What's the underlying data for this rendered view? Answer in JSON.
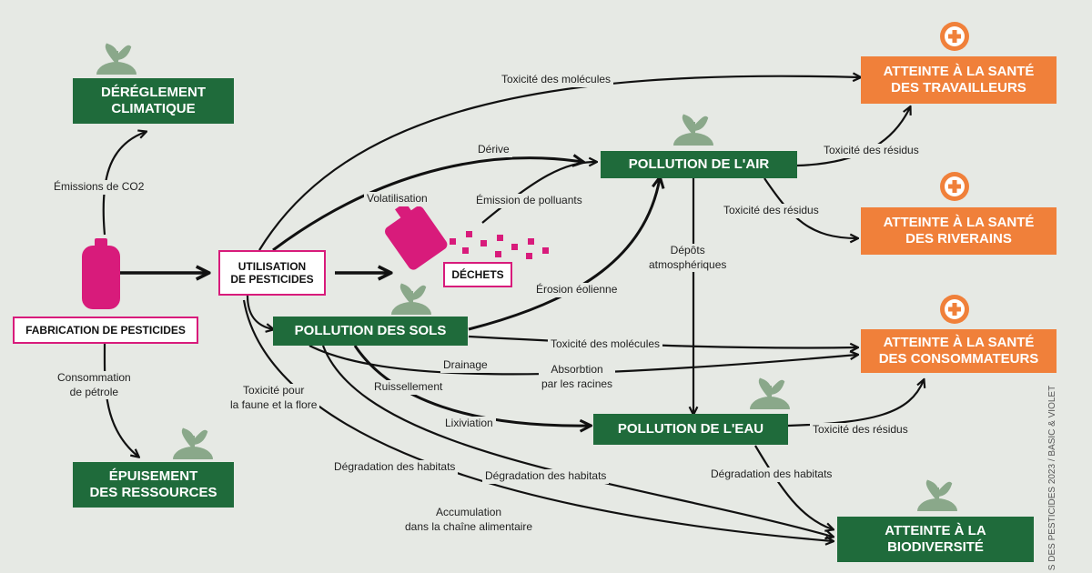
{
  "colors": {
    "green": "#1f6b3b",
    "orange": "#f0803a",
    "magenta": "#d81b7b",
    "background": "#e6e9e4",
    "plant": "#8aa88a"
  },
  "nodes": {
    "fabrication": "FABRICATION DE PESTICIDES",
    "utilisation": "UTILISATION\nDE PESTICIDES",
    "dechets": "DÉCHETS",
    "dereglement": "DÉRÉGLEMENT\nCLIMATIQUE",
    "epuisement": "ÉPUISEMENT\nDES RESSOURCES",
    "pollution_air": "POLLUTION DE L'AIR",
    "pollution_sols": "POLLUTION DES SOLS",
    "pollution_eau": "POLLUTION DE L'EAU",
    "sante_travailleurs": "ATTEINTE À LA SANTÉ\nDES TRAVAILLEURS",
    "sante_riverains": "ATTEINTE À LA SANTÉ\nDES RIVERAINS",
    "sante_consommateurs": "ATTEINTE À LA SANTÉ\nDES CONSOMMATEURS",
    "biodiversite": "ATTEINTE À LA\nBIODIVERSITÉ"
  },
  "labels": {
    "emissions_co2": "Émissions de CO2",
    "consommation_petrole": "Consommation\nde pétrole",
    "toxicite_molecules_top": "Toxicité des molécules",
    "derive": "Dérive",
    "volatilisation": "Volatilisation",
    "emission_polluants": "Émission de polluants",
    "erosion_eolienne": "Érosion éolienne",
    "depots_atmospheriques": "Dépôts\natmosphériques",
    "toxicite_residus_1": "Toxicité des résidus",
    "toxicite_residus_2": "Toxicité des résidus",
    "toxicite_residus_3": "Toxicité des résidus",
    "toxicite_molecules_mid": "Toxicité des molécules",
    "drainage": "Drainage",
    "absorption": "Absorbtion\npar les racines",
    "ruissellement": "Ruissellement",
    "lixiviation": "Lixiviation",
    "toxicite_faune_flore": "Toxicité pour\nla faune et la flore",
    "degradation_habitats_1": "Dégradation des habitats",
    "degradation_habitats_2": "Dégradation des habitats",
    "degradation_habitats_3": "Dégradation des habitats",
    "accumulation": "Accumulation\ndans la chaîne alimentaire"
  },
  "credit": "S DES PESTICIDES 2023 / BASIC & VIOLET",
  "icons": [
    "plant-icon",
    "health-cross-icon",
    "jerrycan-icon",
    "spray-can-icon"
  ]
}
